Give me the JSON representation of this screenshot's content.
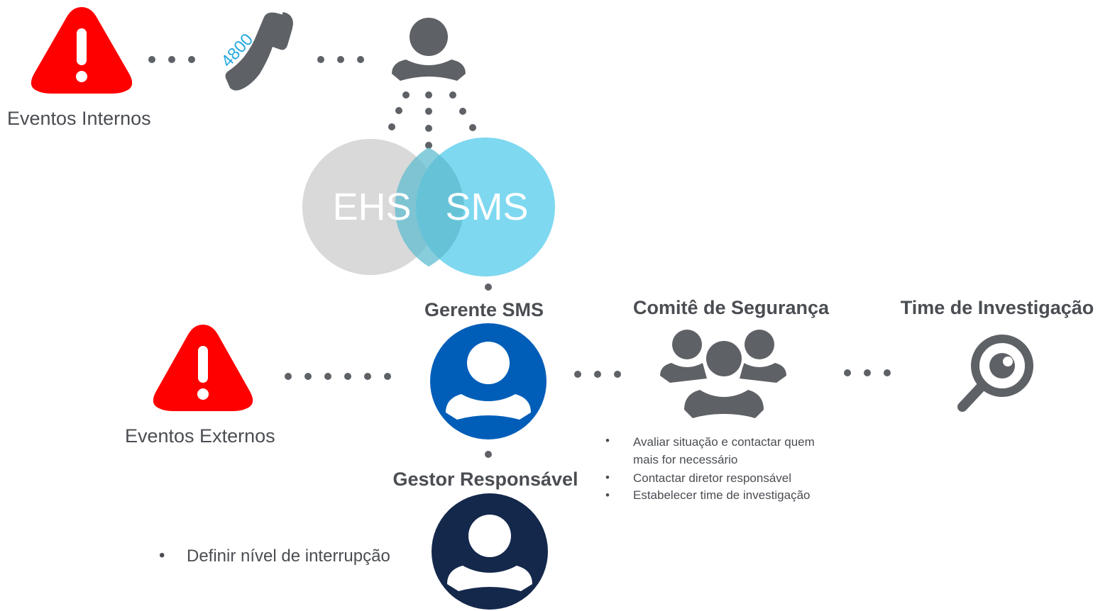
{
  "colors": {
    "alert_red": "#ff0000",
    "gray_icon": "#5e6166",
    "ehs_gray": "#d9d9d9",
    "sms_blue": "#7ed8f0",
    "gerente_blue": "#005eb8",
    "gestor_navy": "#14284b",
    "phone_number_blue": "#27a9de"
  },
  "labels": {
    "eventos_internos": "Eventos Internos",
    "eventos_externos": "Eventos Externos",
    "phone_number": "4800",
    "ehs": "EHS",
    "sms": "SMS",
    "gerente_sms": "Gerente SMS",
    "comite": "Comitê de Segurança",
    "time_investigacao": "Time de Investigação",
    "gestor": "Gestor Responsável"
  },
  "comite_tasks": [
    "Avaliar situação e contactar quem",
    "mais for necessário",
    "Contactar diretor responsável",
    "Estabelecer time de investigação"
  ],
  "gestor_tasks": [
    "Definir nível de interrupção"
  ],
  "icons": [
    "warning-icon",
    "phone-icon",
    "person-icon",
    "group-icon",
    "magnifier-icon"
  ]
}
